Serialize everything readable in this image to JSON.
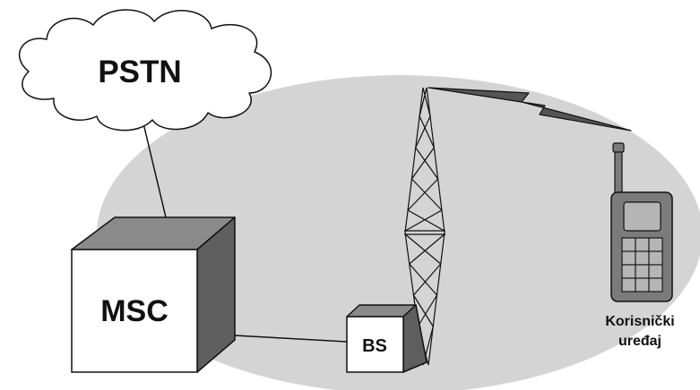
{
  "diagram": {
    "labels": {
      "pstn": "PSTN",
      "msc": "MSC",
      "bs": "BS",
      "device_line1": "Korisnički",
      "device_line2": "uređaj"
    }
  },
  "colors": {
    "coverage_area": "#d4d4d4",
    "box_side": "#5e5e5e",
    "box_top": "#8a8a8a",
    "phone_body": "#7b7b7b",
    "outline": "#111111"
  }
}
